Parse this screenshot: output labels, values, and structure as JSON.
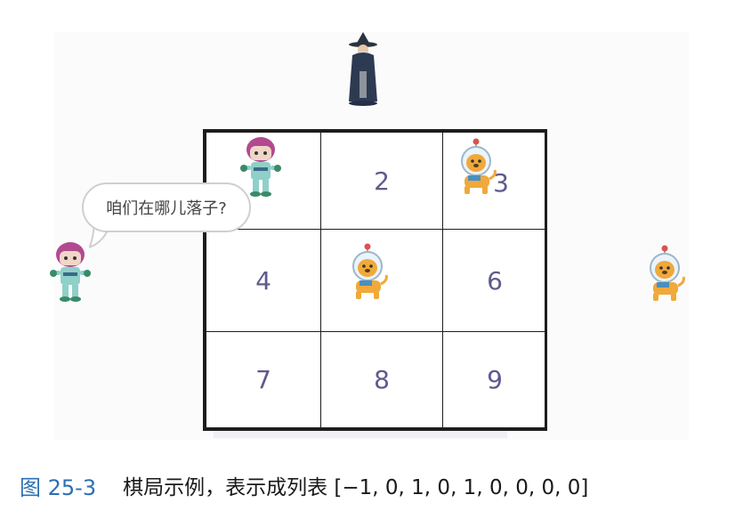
{
  "board": {
    "cells": [
      "",
      "2",
      "3",
      "4",
      "",
      "6",
      "7",
      "8",
      "9"
    ]
  },
  "speech_bubble": {
    "text": "咱们在哪儿落子?"
  },
  "caption": {
    "figure_label": "图 25-3",
    "text": "棋局示例，表示成列表 [−1, 0, 1, 0, 1, 0, 0, 0, 0]"
  },
  "colors": {
    "grid": "#1d1d1d",
    "cell_number": "#5e5a8e",
    "caption_label": "#2c6fb3",
    "caption_text": "#1a1a1a"
  },
  "icons": {
    "host": "wizard-icon",
    "player_piece": "girl-robot-icon",
    "computer_piece": "space-dog-icon"
  }
}
